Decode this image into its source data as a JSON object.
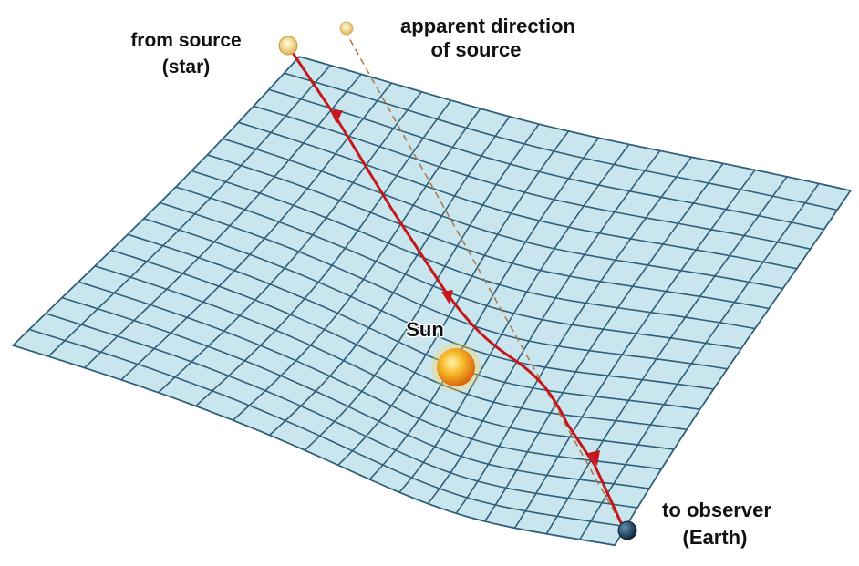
{
  "labels": {
    "source_line1": "from source",
    "source_line2": "(star)",
    "apparent_line1": "apparent direction",
    "apparent_line2": "of source",
    "sun": "Sun",
    "observer_line1": "to observer",
    "observer_line2": "(Earth)"
  },
  "colors": {
    "grid_fill": "#c9e6ef",
    "grid_line": "#2f5f7a",
    "light_path": "#c4181c",
    "apparent_path": "#b07a4a",
    "sun": "#f6a417",
    "star": "#f2d98a",
    "earth": "#1d3a52"
  },
  "icons": {
    "source": "star-icon",
    "apparent_source": "star-icon",
    "sun": "sun-icon",
    "observer": "earth-icon"
  }
}
